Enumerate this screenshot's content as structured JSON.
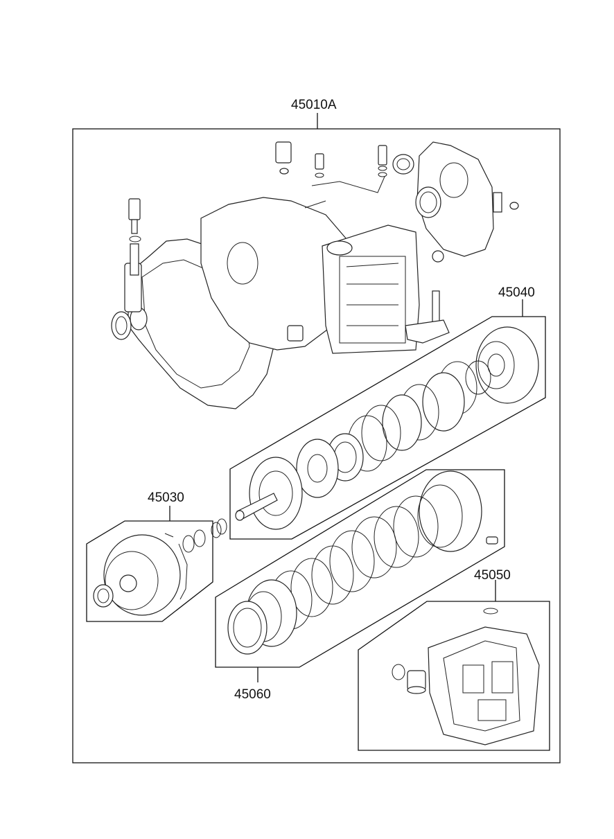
{
  "callouts": {
    "assembly": "45010A",
    "kit_45040": "45040",
    "kit_45030": "45030",
    "kit_45050": "45050",
    "kit_45060": "45060"
  }
}
